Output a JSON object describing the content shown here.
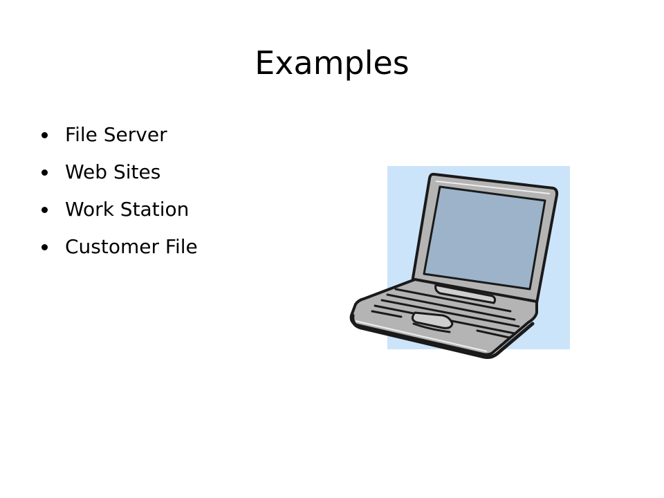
{
  "slide": {
    "title": "Examples",
    "bullets": [
      {
        "label": "File Server"
      },
      {
        "label": "Web Sites"
      },
      {
        "label": "Work Station"
      },
      {
        "label": "Customer File"
      }
    ],
    "image": {
      "icon": "laptop-icon",
      "background_color": "#cce4fa",
      "screen_color": "#9cb3c9",
      "body_color": "#b4b4b4"
    }
  }
}
